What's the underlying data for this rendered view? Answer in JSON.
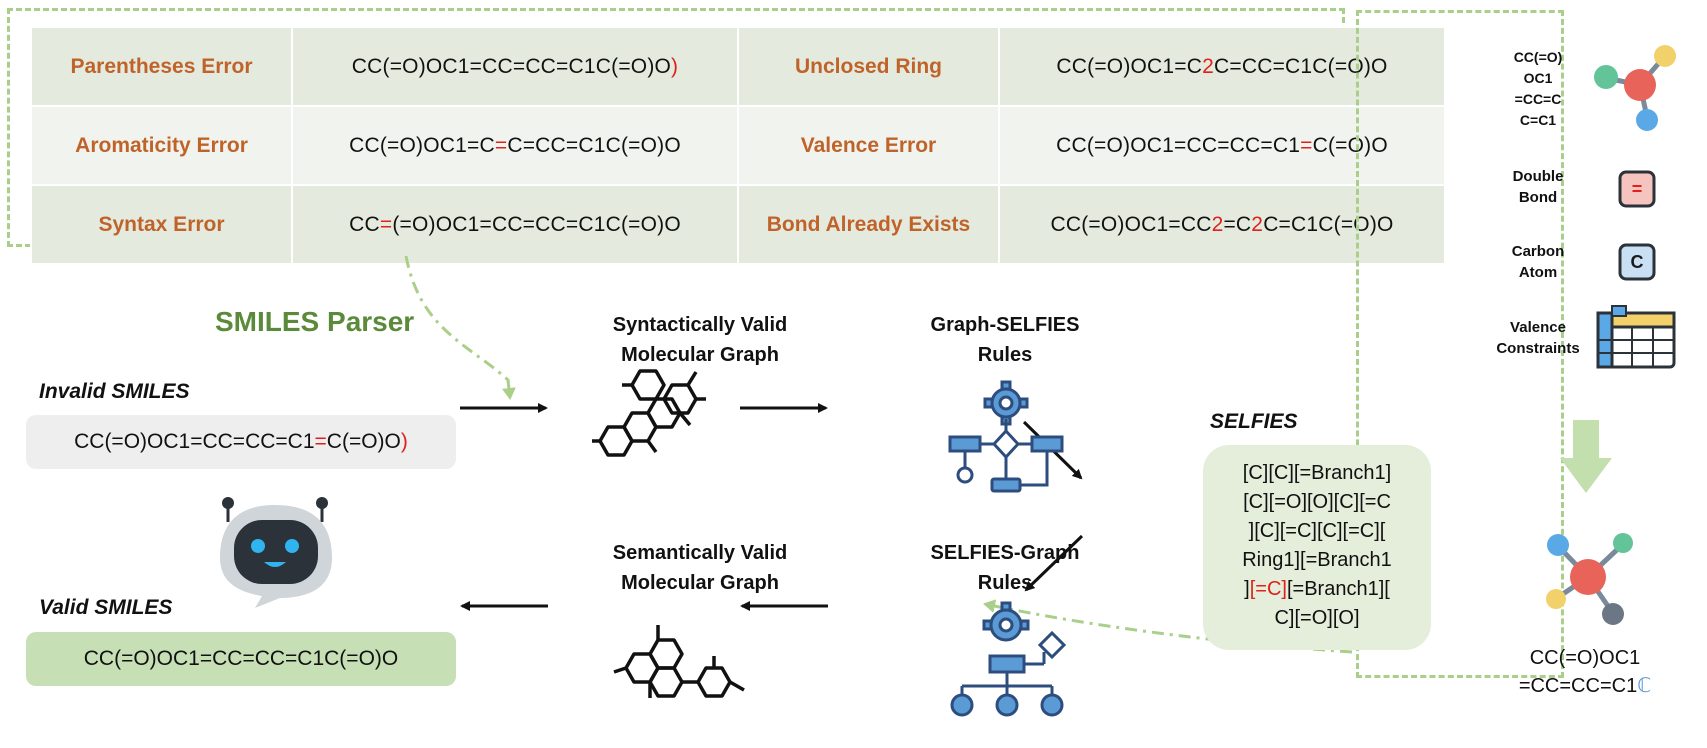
{
  "error_table": {
    "rows": [
      {
        "left_label": "Parentheses Error",
        "left_code": {
          "before": "CC(=O)OC1=CC=CC=C1C(=O)O",
          "mark": ")",
          "after": ""
        },
        "right_label": "Unclosed Ring",
        "right_code": {
          "before": "CC(=O)OC1=C",
          "mark": "2",
          "after": "C=CC=C1C(=O)O"
        }
      },
      {
        "left_label": "Aromaticity Error",
        "left_code": {
          "before": "CC(=O)OC1=C",
          "mark": "=",
          "after": "C=CC=C1C(=O)O"
        },
        "right_label": "Valence Error",
        "right_code": {
          "before": "CC(=O)OC1=CC=CC=C1",
          "mark": "=",
          "after": "C(=O)O"
        }
      },
      {
        "left_label": "Syntax Error",
        "left_code": {
          "before": "CC",
          "mark": "=",
          "after": "(=O)OC1=CC=CC=C1C(=O)O"
        },
        "right_label": "Bond Already Exists",
        "right_code": {
          "before": "CC(=O)OC1=CC",
          "mark": "2",
          "mid": "=C",
          "mark2": "2",
          "after": "C=C1C(=O)O"
        }
      }
    ]
  },
  "parser_label": "SMILES Parser",
  "invalid": {
    "title": "Invalid SMILES",
    "code": {
      "before": "CC(=O)OC1=CC=CC=C1",
      "mark": "=",
      "mid": "C(=O)O",
      "mark2": ")"
    }
  },
  "valid": {
    "title": "Valid SMILES",
    "code": "CC(=O)OC1=CC=CC=C1C(=O)O"
  },
  "stages": {
    "syntactic": [
      "Syntactically Valid",
      "Molecular Graph"
    ],
    "graph_selfies": [
      "Graph-SELFIES",
      "Rules"
    ],
    "semantic": [
      "Semantically Valid",
      "Molecular Graph"
    ],
    "selfies_graph": [
      "SELFIES-Graph",
      "Rules"
    ]
  },
  "selfies": {
    "title": "SELFIES",
    "lines": [
      "[C][C][=Branch1]",
      "[C][=O][O][C][=C",
      "][C][=C][C][=C][",
      "Ring1][=Branch1"
    ],
    "line5": {
      "before": "]",
      "mark": "[=C]",
      "after": "[=Branch1]["
    },
    "line6": "C][=O][O]"
  },
  "legend": {
    "molecule_smiles": [
      "CC(=O)",
      "OC1",
      "=CC=C",
      "C=C1"
    ],
    "double_bond": [
      "Double",
      "Bond"
    ],
    "double_bond_icon": "=",
    "carbon_atom": [
      "Carbon",
      "Atom"
    ],
    "carbon_atom_icon": "C",
    "valence": [
      "Valence",
      "Constraints"
    ],
    "result_smiles": [
      "CC(=O)OC1",
      "=CC=CC=C1"
    ],
    "result_mark": "ℂ"
  },
  "colors": {
    "label_orange": "#c0632a",
    "error_red": "#e0201b",
    "dash_green": "#a9cf8a",
    "parser_green": "#5a8a3a",
    "icon_blue": "#2c4d7e",
    "icon_fill": "#5b9bd5"
  }
}
